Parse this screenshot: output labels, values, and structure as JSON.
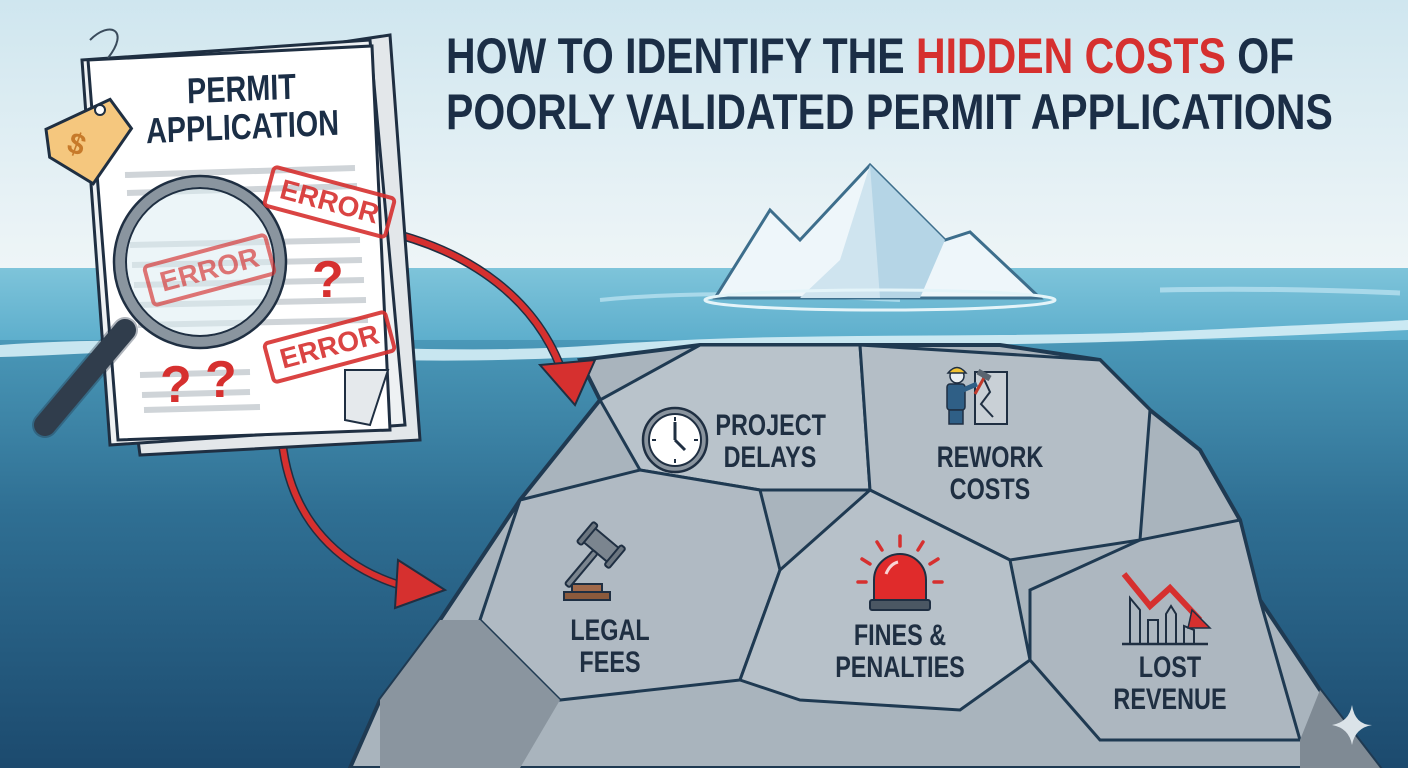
{
  "title": {
    "part1": "HOW TO IDENTIFY THE ",
    "highlight": "HIDDEN COSTS",
    "part2": " OF",
    "line2": "POORLY VALIDATED PERMIT APPLICATIONS"
  },
  "document": {
    "title_line1": "PERMIT",
    "title_line2": "APPLICATION",
    "stamps": [
      "ERROR",
      "ERROR",
      "ERROR"
    ],
    "question_marks": [
      "?",
      "?",
      "?"
    ],
    "price_tag_symbol": "$"
  },
  "costs": [
    {
      "label_line1": "PROJECT",
      "label_line2": "DELAYS",
      "icon": "clock-icon"
    },
    {
      "label_line1": "REWORK",
      "label_line2": "COSTS",
      "icon": "worker-hammer-icon"
    },
    {
      "label_line1": "LEGAL",
      "label_line2": "FEES",
      "icon": "gavel-icon"
    },
    {
      "label_line1": "FINES &",
      "label_line2": "PENALTIES",
      "icon": "siren-icon"
    },
    {
      "label_line1": "LOST",
      "label_line2": "REVENUE",
      "icon": "declining-chart-icon"
    }
  ],
  "colors": {
    "title": "#1b2e46",
    "highlight": "#d6302f",
    "rock": "#a9b4bd",
    "deep_water": "#1c4a6e",
    "sky": "#e6f1f5"
  }
}
